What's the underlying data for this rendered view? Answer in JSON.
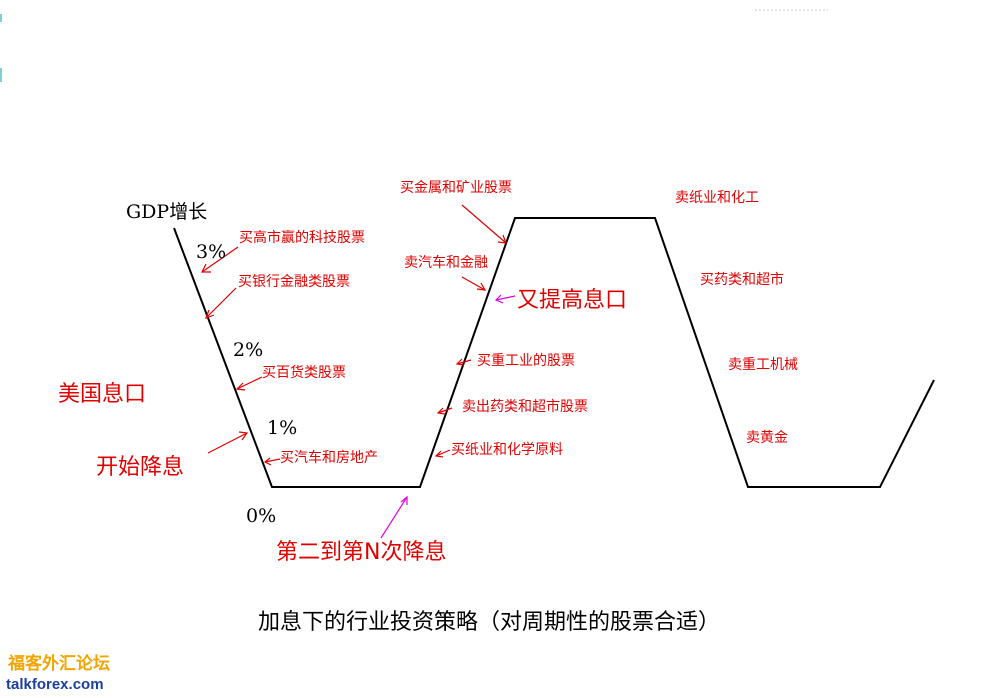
{
  "diagram": {
    "title": "加息下的行业投资策略（对周期性的股票合适）",
    "y_axis_label": "GDP增长",
    "levels": [
      "3%",
      "2%",
      "1%",
      "0%"
    ],
    "phases": {
      "start_cut": "开始降息",
      "rate_label": "美国息口",
      "repeat_cuts": "第二到第N次降息",
      "raise_again": "又提高息口"
    },
    "annotations": [
      "买高市赢的科技股票",
      "买银行金融类股票",
      "买百货类股票",
      "买汽车和房地产",
      "买纸业和化学原料",
      "卖出药类和超市股票",
      "买重工业的股票",
      "卖汽车和金融",
      "买金属和矿业股票",
      "卖纸业和化工",
      "买药类和超市",
      "卖重工机械",
      "卖黄金"
    ],
    "colors": {
      "curve": "#000000",
      "arrow_red": "#e00000",
      "arrow_magenta": "#e000e0",
      "text_red": "#e00000"
    }
  },
  "watermark": {
    "chinese": "福客外汇论坛",
    "site": "talkforex.com"
  }
}
